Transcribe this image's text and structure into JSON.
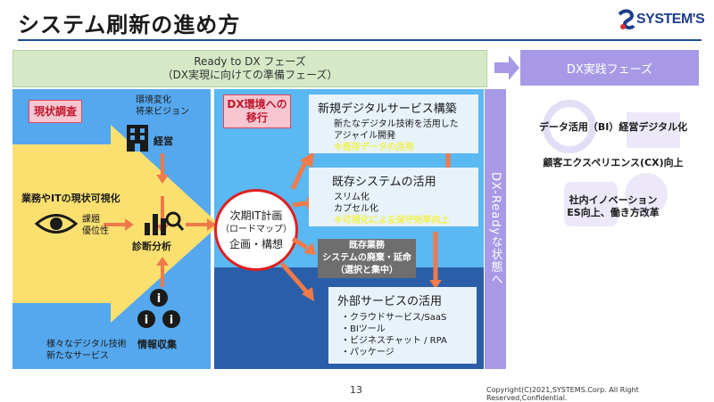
{
  "header": {
    "title": "システム刷新の進め方",
    "logo_text": "SYSTEM'S"
  },
  "phases": {
    "ready": {
      "line1": "Ready to DX フェーズ",
      "line2": "（DX実現に向けての準備フェーズ）"
    },
    "practice": "DX実践フェーズ",
    "dx_ready": "DX-Readyな状態へ"
  },
  "left": {
    "tag": "現状調査",
    "env_lines": [
      "環境変化",
      "将来ビジョン"
    ],
    "keiei": "経営",
    "visualize": "業務やITの現状可視化",
    "issues": [
      "課題",
      "優位性"
    ],
    "diagnosis": "診断分析",
    "bottom_lines": [
      "様々なデジタル技術",
      "新たなサービス"
    ],
    "info": "情報収集"
  },
  "middle": {
    "tag_lines": [
      "DX環境への",
      "移行"
    ],
    "plan_lines": [
      "次期IT計画",
      "（ロードマップ）",
      "企画・構想"
    ],
    "new_service": {
      "title": "新規デジタルサービス構築",
      "lines": [
        "新たなデジタル技術を活用した",
        "アジャイル開発"
      ],
      "highlight": "※既存データの活用"
    },
    "existing_system": {
      "title": "既存システムの活用",
      "lines": [
        "スリム化",
        "カプセル化"
      ],
      "highlight": "※可視化による保守効率向上"
    },
    "legacy": {
      "lines": [
        "既存業務",
        "システムの廃棄・延命",
        "（選択と集中）"
      ]
    },
    "external": {
      "title": "外部サービスの活用",
      "items": [
        "・クラウドサービス/SaaS",
        "・BIツール",
        "・ビジネスチャット / RPA",
        "・パッケージ"
      ]
    }
  },
  "right": {
    "items": [
      [
        "データ活用（BI）経営デジタル化"
      ],
      [
        "顧客エクスペリエンス(CX)向上"
      ],
      [
        "社内イノベーション",
        "ES向上、働き方改革"
      ]
    ]
  },
  "footer": {
    "page": "13",
    "copyright": "Copyright(C)2021,SYSTEMS.Corp.   All Right Reserved,Confidential."
  },
  "colors": {
    "left_panel": "#55a8ee",
    "mid_panel": "#5ab8f2",
    "mid_panel_dark": "#2b5ea8",
    "phase_purple": "#a899e6",
    "ready_green": "#d6e9c7",
    "arrow_orange": "#f07a4a",
    "highlight_yellow": "#f2f24a",
    "tag_red": "#e0455a",
    "big_arrow": "#fbe070"
  }
}
